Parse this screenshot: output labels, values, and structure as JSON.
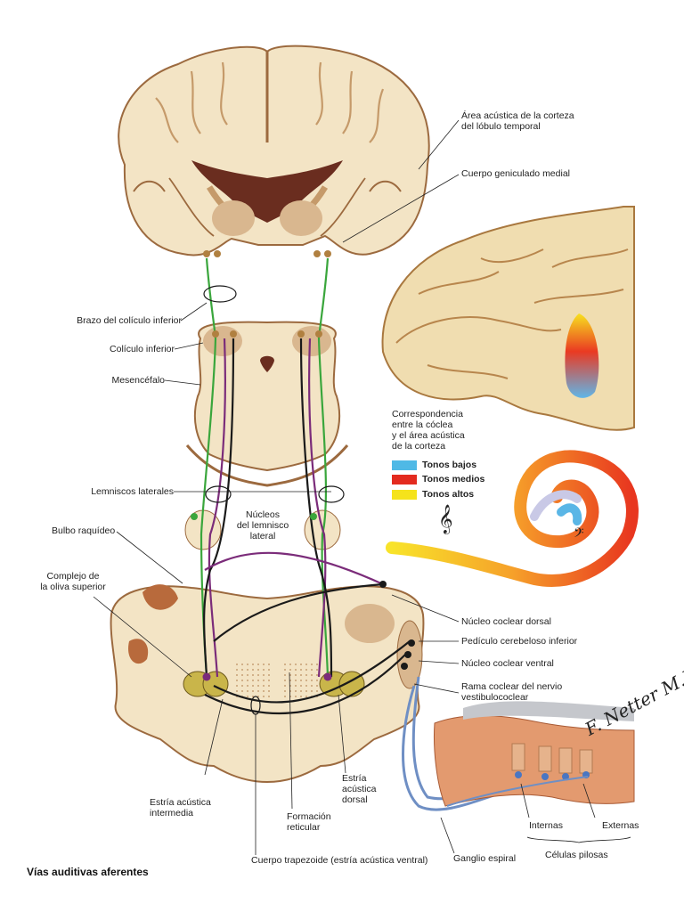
{
  "title": "Vías auditivas aferentes",
  "labels": {
    "area_acustica": [
      "Área acústica de la corteza",
      "del lóbulo temporal"
    ],
    "cuerpo_geniculado": "Cuerpo geniculado medial",
    "brazo_coliculo": "Brazo del colículo inferior",
    "coliculo_inferior": "Colículo inferior",
    "mesencefalo": "Mesencéfalo",
    "lemniscos": "Lemniscos laterales",
    "nucleos_lemnisco": [
      "Núcleos",
      "del lemnisco",
      "lateral"
    ],
    "bulbo": "Bulbo raquídeo",
    "oliva": [
      "Complejo de",
      "la oliva superior"
    ],
    "coclear_dorsal": "Núcleo coclear dorsal",
    "pediculo": "Pedículo cerebeloso inferior",
    "coclear_ventral": "Núcleo coclear ventral",
    "rama_coclear": [
      "Rama coclear del nervio",
      "vestibulococlear"
    ],
    "estria_intermedia": [
      "Estría acústica",
      "intermedia"
    ],
    "formacion_reticular": [
      "Formación",
      "reticular"
    ],
    "estria_dorsal": [
      "Estría",
      "acústica",
      "dorsal"
    ],
    "cuerpo_trapezoide": "Cuerpo trapezoide (estría acústica ventral)",
    "ganglio_espiral": "Ganglio espiral",
    "internas": "Internas",
    "externas": "Externas",
    "celulas_pilosas": "Células pilosas"
  },
  "legend": {
    "heading": [
      "Correspondencia",
      "entre la cóclea",
      "y el área acústica",
      "de la corteza"
    ],
    "items": [
      {
        "label": "Tonos bajos",
        "color": "#4fb9e6"
      },
      {
        "label": "Tonos medios",
        "color": "#e32b1f"
      },
      {
        "label": "Tonos altos",
        "color": "#f5e31b"
      }
    ]
  },
  "colors": {
    "tissue": "#f6e9d0",
    "tissue_edge": "#9c6a3f",
    "gray_matter": "#d9b78f",
    "green_path": "#3aa63c",
    "purple_path": "#7b2c7a",
    "black_path": "#1a1a1a",
    "blue_nerve": "#6f8fc4"
  },
  "signature": "F. Netter M.D."
}
